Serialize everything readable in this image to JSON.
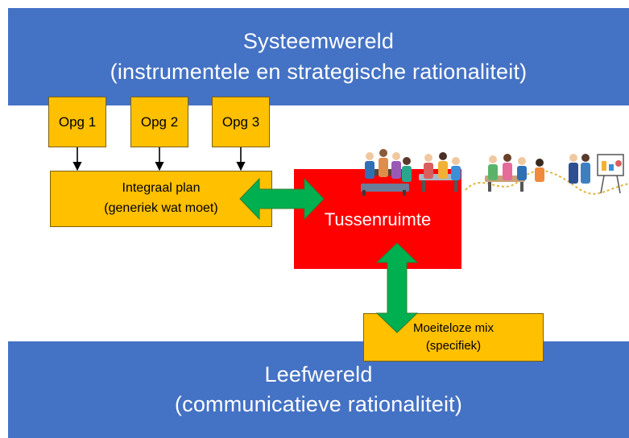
{
  "systeemwereld": {
    "title": "Systeemwereld",
    "subtitle": "(instrumentele en strategische rationaliteit)"
  },
  "opgaven": [
    {
      "label": "Opg 1"
    },
    {
      "label": "Opg 2"
    },
    {
      "label": "Opg 3"
    }
  ],
  "integraal_plan": {
    "line1": "Integraal plan",
    "line2": "(generiek wat moet)"
  },
  "tussenruimte": {
    "label": "Tussenruimte"
  },
  "moeiteloze_mix": {
    "line1": "Moeiteloze mix",
    "line2": "(specifiek)"
  },
  "leefwereld": {
    "title": "Leefwereld",
    "subtitle": "(communicatieve rationaliteit)"
  },
  "colors": {
    "band_blue": "#4472c4",
    "box_orange": "#ffc000",
    "tussenruimte_red": "#ff0000",
    "arrow_green": "#00b050",
    "connector_black": "#000000"
  },
  "illustration": {
    "icon": "people-collaborating-icon"
  }
}
